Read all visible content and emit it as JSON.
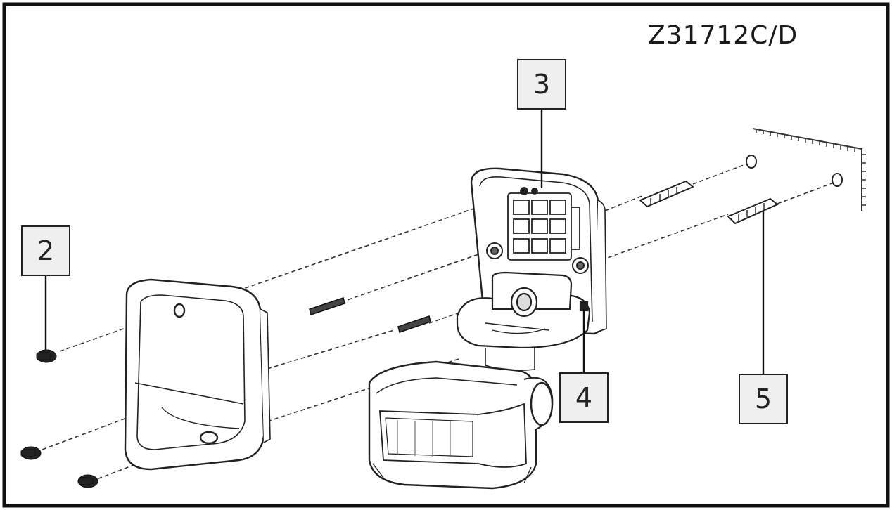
{
  "diagram": {
    "model_code": "Z31712C/D",
    "callouts": [
      {
        "id": "2",
        "label": "2"
      },
      {
        "id": "3",
        "label": "3"
      },
      {
        "id": "4",
        "label": "4"
      },
      {
        "id": "5",
        "label": "5"
      }
    ]
  }
}
